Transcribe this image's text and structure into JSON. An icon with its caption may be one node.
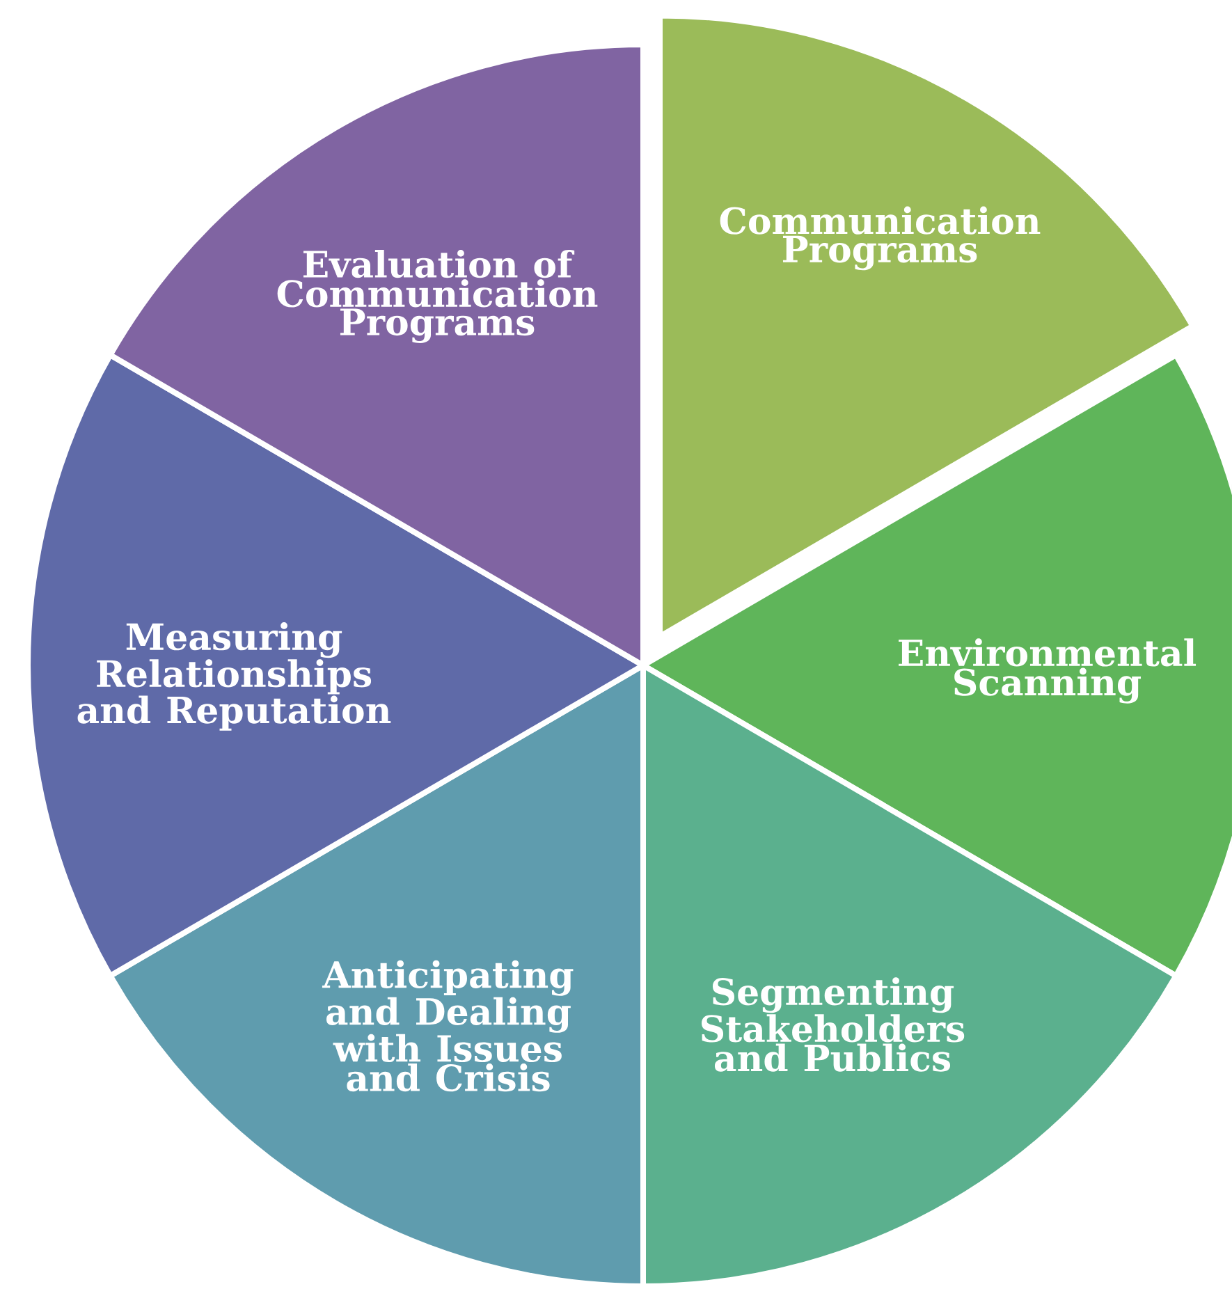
{
  "diagram": {
    "nodes": [
      {
        "text": [
          "Communication Programs"
        ]
      },
      {
        "text": [
          "Environmental Scanning"
        ]
      },
      {
        "text": [
          "Segmenting Stakeholders and Publics"
        ]
      },
      {
        "text": [
          "Anticipating and Dealing with Issues and Crisis"
        ]
      },
      {
        "text": [
          "Measuring Relationships and Reputation"
        ]
      },
      {
        "text": [
          "Evaluation of Communication Programs"
        ]
      }
    ]
  }
}
